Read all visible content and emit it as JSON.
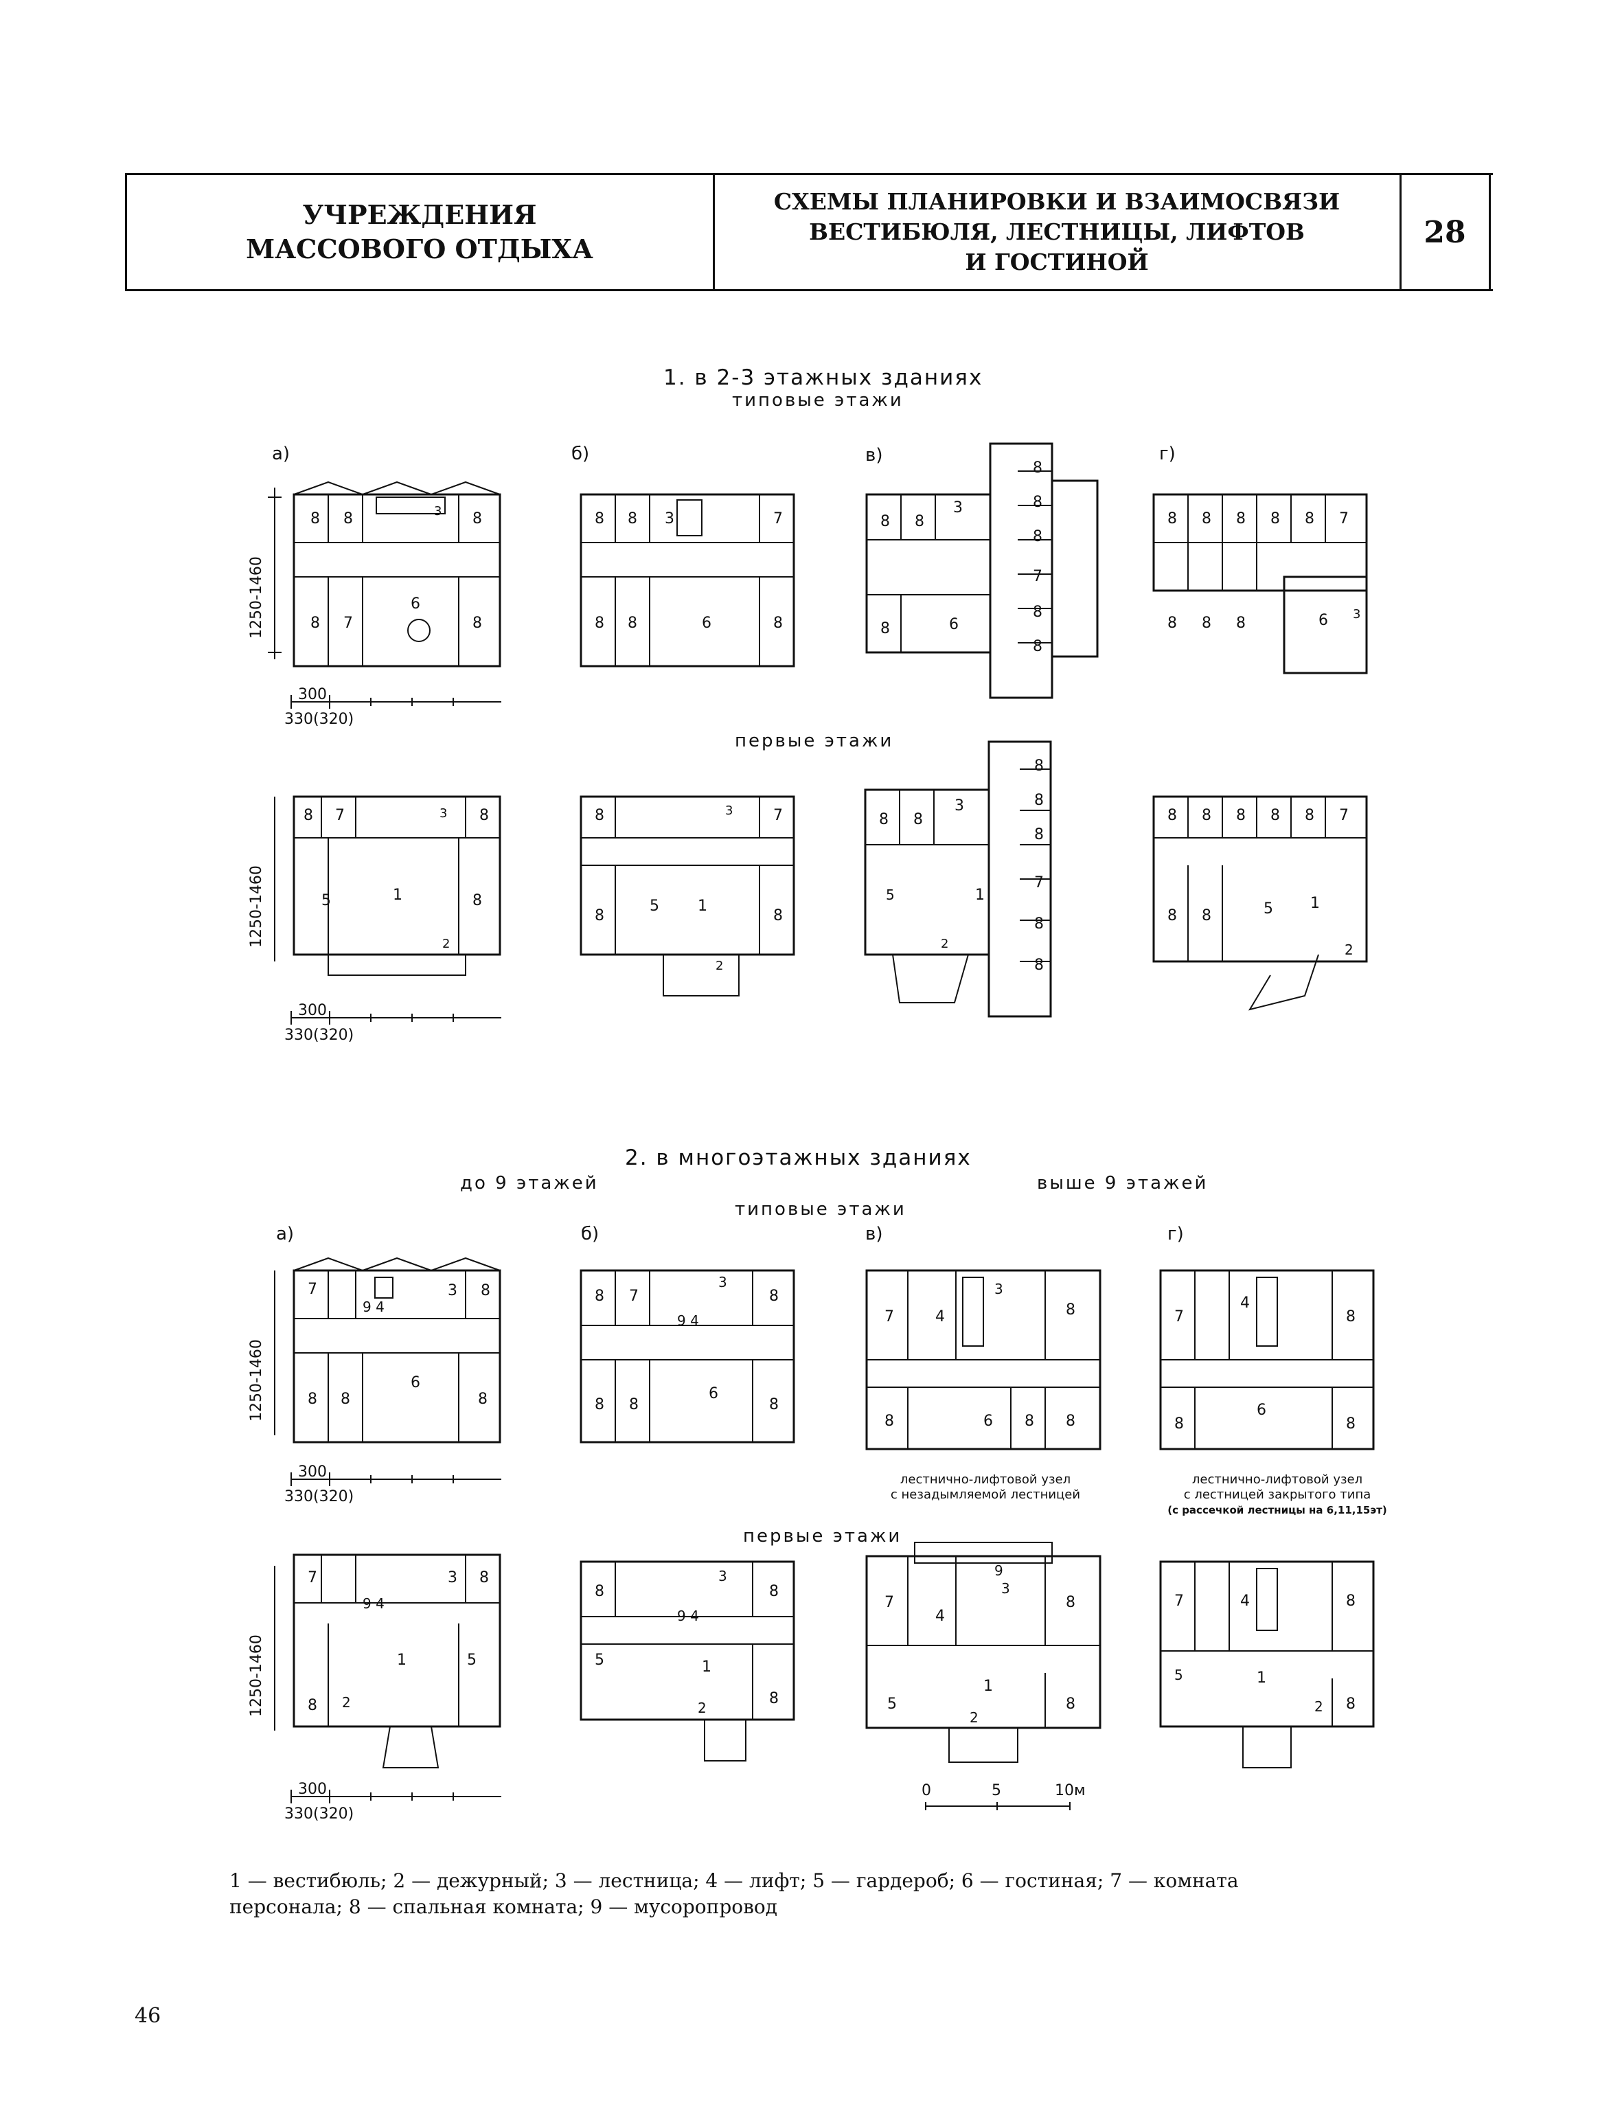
{
  "header": {
    "left_title_line1": "УЧРЕЖДЕНИЯ",
    "left_title_line2": "МАССОВОГО ОТДЫХА",
    "center_title_line1": "СХЕМЫ ПЛАНИРОВКИ И ВЗАИМОСВЯЗИ",
    "center_title_line2": "ВЕСТИБЮЛЯ, ЛЕСТНИЦЫ, ЛИФТОВ",
    "center_title_line3": "И ГОСТИНОЙ",
    "sheet_number": "28"
  },
  "section1": {
    "title": "1. в 2-3 этажных зданиях",
    "typical_floors": "типовые этажи",
    "first_floors": "первые этажи"
  },
  "section2": {
    "title": "2. в многоэтажных зданиях",
    "up_to_9": "до 9 этажей",
    "above_9": "выше 9 этажей",
    "typical_floors": "типовые этажи",
    "first_floors": "первые этажи",
    "caption_v_line1": "лестнично-лифтовой узел",
    "caption_v_line2": "с незадымляемой лестницей",
    "caption_g_line1": "лестнично-лифтовой узел",
    "caption_g_line2": "с лестницей закрытого типа",
    "caption_g_line3": "(с рассечкой лестницы на 6,11,15эт)"
  },
  "labels": {
    "a": "а)",
    "b": "б)",
    "v": "в)",
    "g": "г)"
  },
  "dimensions": {
    "height": "1250-1460",
    "grid_300": "300",
    "grid_330": "330(320)"
  },
  "scale": {
    "zero": "0",
    "five": "5",
    "ten": "10м"
  },
  "legend": {
    "line1": "1 — вестибюль; 2 — дежурный; 3 — лестница; 4 — лифт; 5 — гардероб; 6 — гостиная; 7 — комната",
    "line2": "персонала; 8 — спальная комната; 9 — мусоропровод"
  },
  "page_number": "46"
}
